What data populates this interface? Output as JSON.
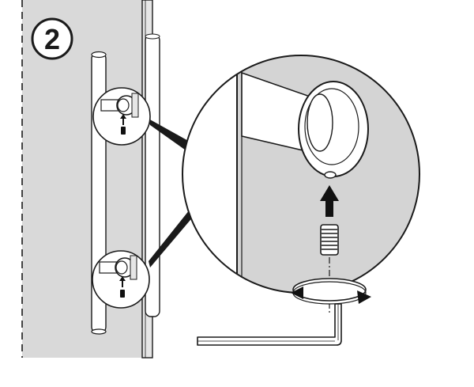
{
  "step": {
    "number": "2"
  },
  "colors": {
    "panel_fill": "#d9d9d9",
    "zoom_bg": "#d4d4d4",
    "line": "#1a1a1a",
    "white": "#ffffff",
    "dark_arrow": "#111111"
  },
  "icons": [
    "step-number-badge",
    "door-panel",
    "handle-bar",
    "callout-circle",
    "zoomed-detail-circle",
    "mounting-standoff",
    "threaded-stud",
    "insert-arrow",
    "rotation-arrow",
    "hex-key"
  ]
}
